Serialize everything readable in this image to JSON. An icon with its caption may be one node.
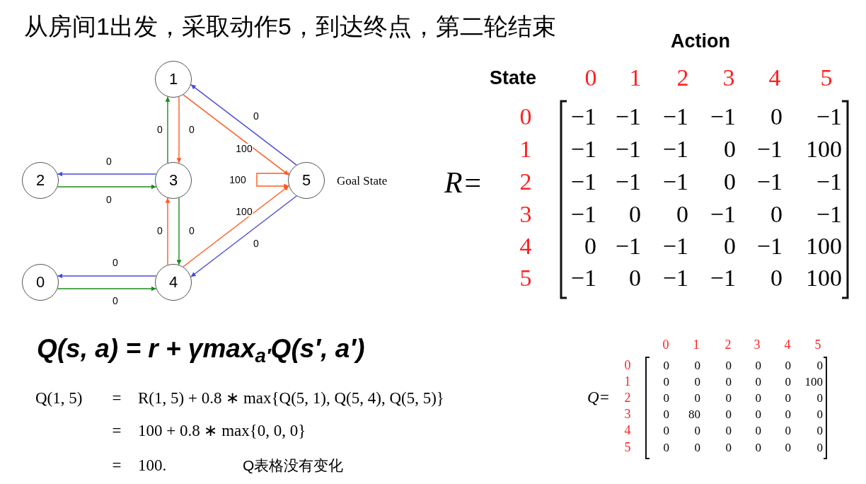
{
  "diagram": {
    "title": "从房间1出发，采取动作5，到达终点，第二轮结束",
    "nodes": [
      {
        "text": [
          "1"
        ]
      },
      {
        "text": [
          "2"
        ]
      },
      {
        "text": [
          "3"
        ]
      },
      {
        "text": [
          "5"
        ],
        "beside": [
          "Goal State"
        ]
      },
      {
        "text": [
          "0"
        ]
      },
      {
        "text": [
          "4"
        ]
      }
    ],
    "edges": [
      {
        "from": 2,
        "to": 0,
        "arrow": "to",
        "label": "0",
        "color": "#1a8a1a"
      },
      {
        "from": 0,
        "to": 2,
        "arrow": "to",
        "label": "0",
        "color": "#ff5a1e"
      },
      {
        "from": 3,
        "to": 0,
        "arrow": "to",
        "label": "0",
        "color": "#4a4ad8"
      },
      {
        "from": 0,
        "to": 3,
        "arrow": "to",
        "label": "100",
        "color": "#ff5a1e"
      },
      {
        "from": 2,
        "to": 1,
        "arrow": "to",
        "label": "0",
        "color": "#4a4ad8"
      },
      {
        "from": 1,
        "to": 2,
        "arrow": "to",
        "label": "0",
        "color": "#1a8a1a"
      },
      {
        "from": 3,
        "to": 3,
        "arrow": "to",
        "label": "100",
        "color": "#ff5a1e"
      },
      {
        "from": 5,
        "to": 2,
        "arrow": "to",
        "label": "0",
        "color": "#ff5a1e"
      },
      {
        "from": 2,
        "to": 5,
        "arrow": "to",
        "label": "0",
        "color": "#1a8a1a"
      },
      {
        "from": 5,
        "to": 3,
        "arrow": "to",
        "label": "100",
        "color": "#ff5a1e"
      },
      {
        "from": 3,
        "to": 5,
        "arrow": "to",
        "label": "0",
        "color": "#4a4ad8"
      },
      {
        "from": 5,
        "to": 4,
        "arrow": "to",
        "label": "0",
        "color": "#4a4ad8"
      },
      {
        "from": 4,
        "to": 5,
        "arrow": "to",
        "label": "0",
        "color": "#1a8a1a"
      }
    ],
    "labels": [
      "Action",
      "State",
      "0",
      "1",
      "2",
      "3",
      "4",
      "5",
      "R=",
      "0",
      "−1",
      "−1",
      "−1",
      "−1",
      "0",
      "−1",
      "1",
      "−1",
      "−1",
      "−1",
      "0",
      "−1",
      "100",
      "2",
      "−1",
      "−1",
      "−1",
      "0",
      "−1",
      "−1",
      "3",
      "−1",
      "0",
      "0",
      "−1",
      "0",
      "−1",
      "4",
      "0",
      "−1",
      "−1",
      "0",
      "−1",
      "100",
      "5",
      "−1",
      "0",
      "−1",
      "−1",
      "0",
      "100",
      "Q(s, a) = r  + γmax$_{a′}$Q(s′, a′)",
      "Q(1, 5)",
      "=",
      "R(1, 5) + 0.8 ∗ max{Q(5, 1), Q(5, 4), Q(5, 5)}",
      "=",
      "100 + 0.8 ∗ max{0, 0, 0}",
      "=",
      "100.",
      "Q表格没有变化",
      "0",
      "1",
      "2",
      "3",
      "4",
      "5",
      "Q=",
      "0",
      "0",
      "0",
      "0",
      "0",
      "0",
      "0",
      "1",
      "0",
      "0",
      "0",
      "0",
      "0",
      "100",
      "2",
      "0",
      "0",
      "0",
      "0",
      "0",
      "0",
      "3",
      "0",
      "80",
      "0",
      "0",
      "0",
      "0",
      "4",
      "0",
      "0",
      "0",
      "0",
      "0",
      "0",
      "5",
      "0",
      "0",
      "0",
      "0",
      "0",
      "0"
    ]
  }
}
